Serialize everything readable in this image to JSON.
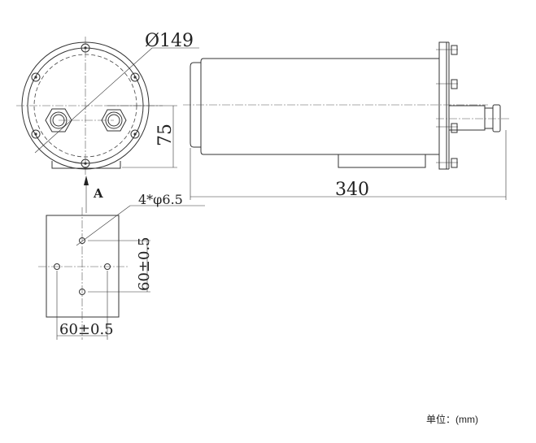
{
  "dimensions": {
    "diameter": "Ø149",
    "height": "75",
    "length": "340",
    "holes": "4*φ6.5",
    "vertical_spacing": "60±0.5",
    "horizontal_spacing": "60±0.5"
  },
  "view_label": "A",
  "unit_label": "单位：(mm)"
}
